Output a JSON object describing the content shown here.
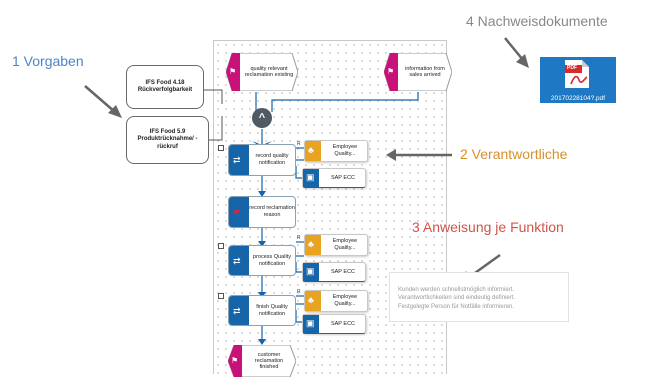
{
  "annotations": {
    "a1": "1 Vorgaben",
    "a2": "2 Verantwortliche",
    "a3": "3 Anweisung je Funktion",
    "a4": "4 Nachweisdokumente"
  },
  "requirements": [
    "IFS Food 4.18 Rückverfolgbarkeit",
    "IFS Food 5.9 Produktrücknahme/ - rückruf"
  ],
  "events": {
    "start1": "quality relevant reclamation existing",
    "start2": "information from sales arrived",
    "end": "customer reclamation finished"
  },
  "functions": [
    "record quality notification",
    "process Quality notification",
    "finish Quality notification"
  ],
  "record_reason": "record reclamation reason",
  "roles": {
    "employee": [
      "Employee Quality...",
      "Employee Quality...",
      "Employee Quality..."
    ],
    "system": [
      "SAP ECC",
      "SAP ECC",
      "SAP ECC"
    ],
    "r_label": "R"
  },
  "note": {
    "line1": "Kunden werden schnellstmöglich informiert.",
    "line2": "Verantwortlichkeiten sind eindeutig definiert.",
    "line3": "Festgelegte Person für Notfälle informieren."
  },
  "document": {
    "filename": "20170228104?.pdf",
    "badge": "PDF"
  },
  "colors": {
    "blue_text": "#4a86c8",
    "orange_text": "#d7912a",
    "red_text": "#d0554a",
    "event": "#c8127a",
    "function": "#1565a8",
    "role": "#e8a320"
  }
}
